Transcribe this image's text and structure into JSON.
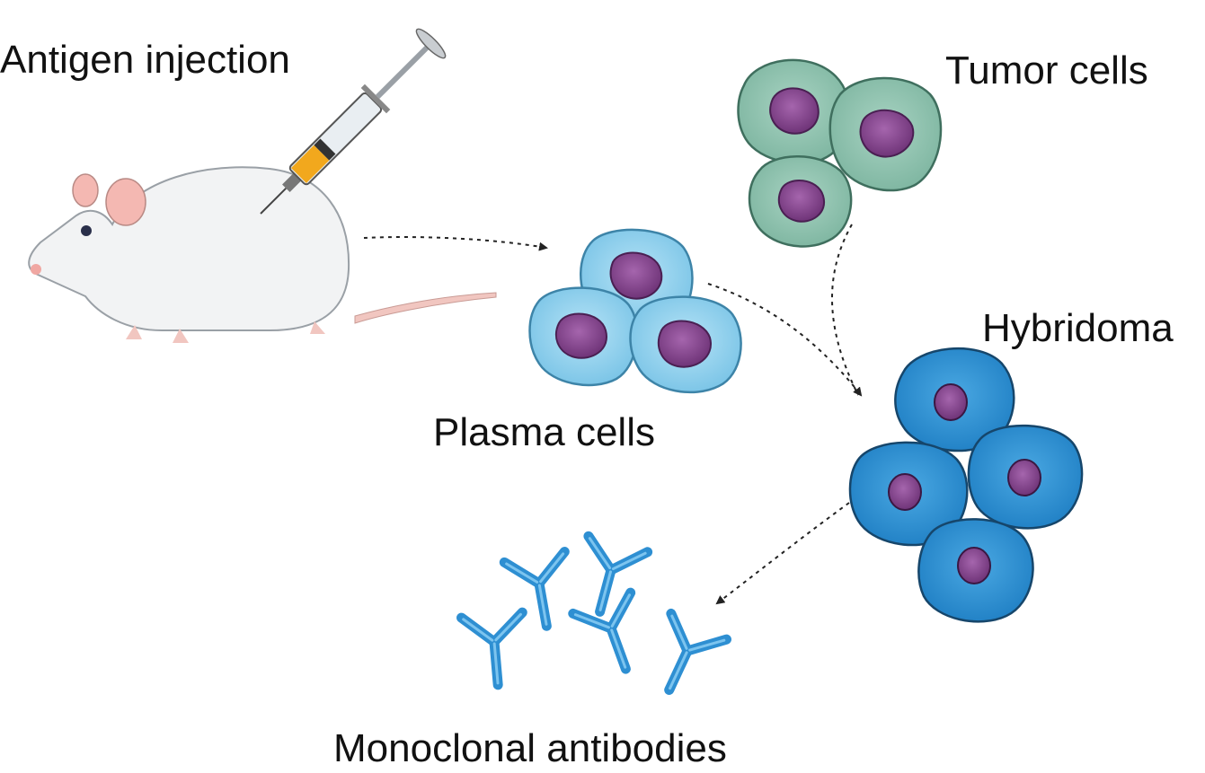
{
  "labels": {
    "antigen_injection": "Antigen injection",
    "tumor_cells": "Tumor cells",
    "plasma_cells": "Plasma cells",
    "hybridoma": "Hybridoma",
    "monoclonal_antibodies": "Monoclonal antibodies"
  },
  "colors": {
    "background": "#ffffff",
    "mouse_body": "#f2f3f4",
    "mouse_ear": "#f4b8b2",
    "mouse_tail": "#f1c6c0",
    "syringe_liquid": "#f2a81d",
    "tumor_cell": "#8fc2ae",
    "plasma_cell": "#8fd0ec",
    "hybridoma_cell": "#2f93d3",
    "nucleus": "#8c4b94",
    "antibody": "#2e8fd2",
    "arrow": "#222222"
  },
  "icons": {
    "mouse": "mouse-icon",
    "syringe": "syringe-icon",
    "antibody": "antibody-icon"
  }
}
